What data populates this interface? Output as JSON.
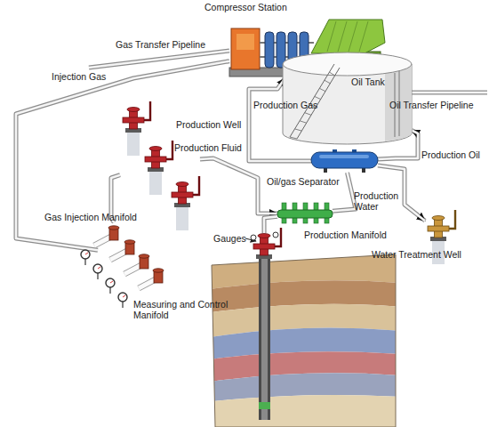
{
  "diagram": {
    "nodes": [
      {
        "text": [
          "Compressor Station"
        ]
      },
      {
        "text": [
          "Oil Tank"
        ]
      },
      {
        "text": [
          "Production Well"
        ]
      },
      {
        "text": [
          "Oil/gas Separator"
        ]
      },
      {
        "text": [
          "Production Manifold"
        ]
      },
      {
        "text": [
          "Water Treatment Well"
        ]
      },
      {
        "text": [
          "Gas Injection Manifold"
        ]
      },
      {
        "text": [
          "Measuring and Control Manifold"
        ]
      },
      {
        "text": [
          "Gauges"
        ]
      }
    ],
    "edges": [
      {
        "from": 2,
        "to": 4,
        "label": "Production Fluid",
        "arrow": "to"
      },
      {
        "from": 4,
        "to": 3,
        "arrow": "none"
      },
      {
        "from": 3,
        "to": 0,
        "label": "Production Gas",
        "arrow": "to"
      },
      {
        "from": 3,
        "to": 1,
        "label": "Production Oil",
        "arrow": "to"
      },
      {
        "from": 3,
        "to": 5,
        "label": "Production Water",
        "arrow": "to"
      },
      {
        "from": 0,
        "to": 6,
        "label": "Injection Gas",
        "arrow": "none"
      },
      {
        "from": 6,
        "to": 2,
        "arrow": "none"
      },
      {
        "from": 8,
        "to": 4,
        "arrow": "none"
      }
    ],
    "labels": [
      "Gas Transfer Pipeline",
      "Oil Transfer Pipeline"
    ]
  }
}
